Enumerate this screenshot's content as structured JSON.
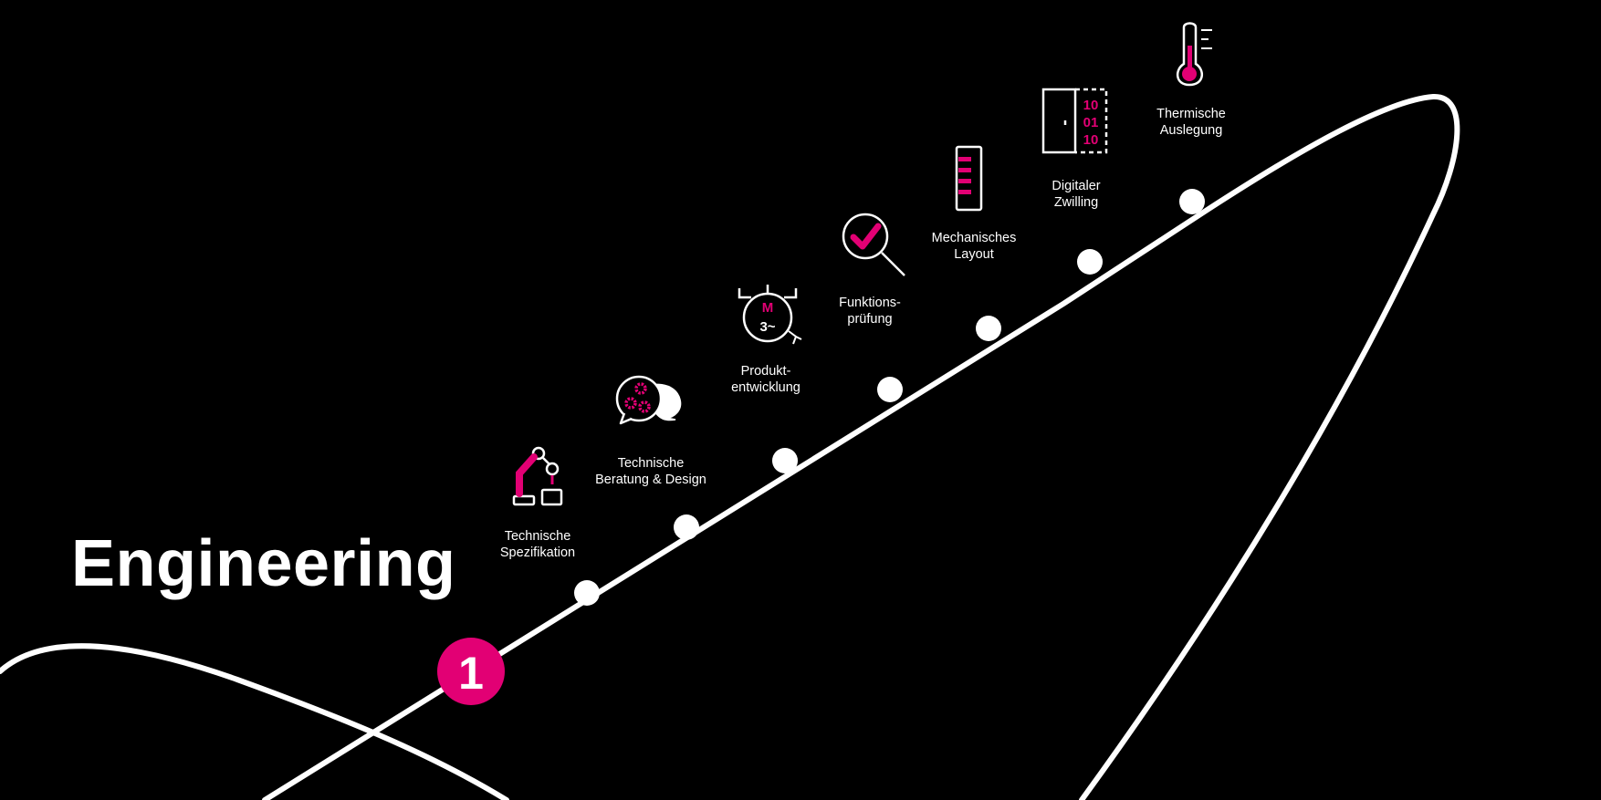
{
  "title": "Engineering",
  "start_marker": "1",
  "colors": {
    "background": "#000000",
    "accent": "#e20074",
    "line": "#ffffff"
  },
  "steps": [
    {
      "label": "Technische\nSpezifikation",
      "icon": "robot-arm-icon"
    },
    {
      "label": "Technische\nBeratung & Design",
      "icon": "chat-gears-icon"
    },
    {
      "label": "Produkt-\nentwicklung",
      "icon": "motor-icon",
      "icon_text": [
        "M",
        "3~"
      ]
    },
    {
      "label": "Funktions-\nprüfung",
      "icon": "magnifier-check-icon"
    },
    {
      "label": "Mechanisches\nLayout",
      "icon": "cabinet-icon"
    },
    {
      "label": "Digitaler\nZwilling",
      "icon": "digital-twin-icon",
      "icon_text": [
        "10",
        "01",
        "10"
      ]
    },
    {
      "label": "Thermische\nAuslegung",
      "icon": "thermometer-icon"
    }
  ]
}
